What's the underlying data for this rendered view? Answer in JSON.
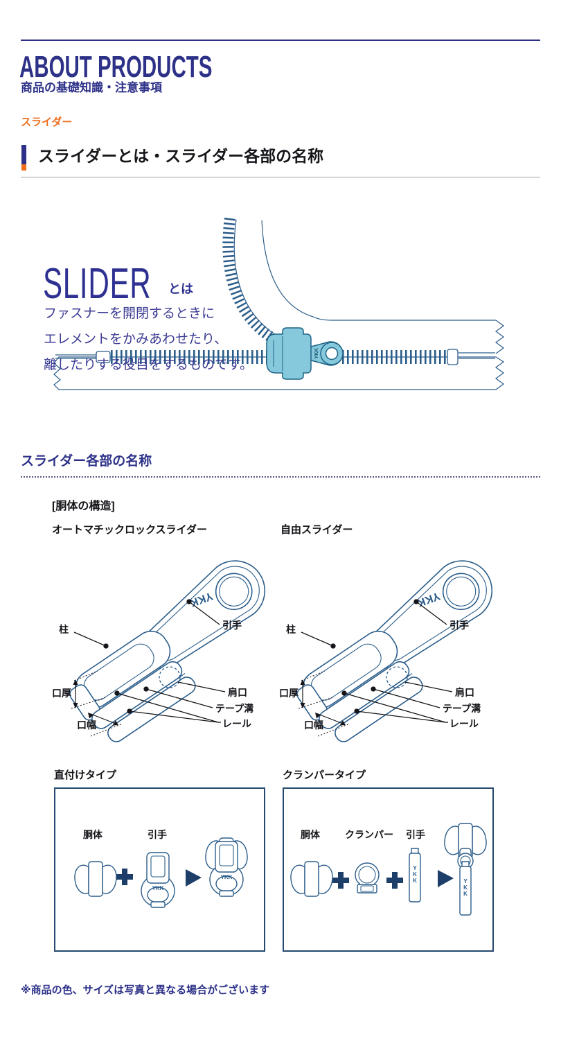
{
  "colors": {
    "navy": "#2d3188",
    "orange": "#f06e1e",
    "ink": "#15151a",
    "art_line": "#2b5d8a",
    "slider_fill": "#87c9dc",
    "slider_stroke": "#1d6386",
    "accent_dark": "#1d3e68"
  },
  "header": {
    "title": "ABOUT PRODUCTS",
    "subtitle": "商品の基礎知識・注意事項",
    "category_label": "スライダー",
    "section_title": "スライダーとは・スライダー各部の名称"
  },
  "intro": {
    "wordmark": "SLIDER",
    "wordmark_suffix": "とは",
    "description_lines": [
      "ファスナーを開閉するときに",
      "エレメントをかみあわせたり、",
      "離したりする役目をするものです。"
    ]
  },
  "art": {
    "logo": "YKK",
    "logo_letters": [
      "Y",
      "K",
      "K"
    ]
  },
  "parts_section": {
    "heading": "スライダー各部の名称",
    "structure_label": "[胴体の構造]",
    "diagrams": [
      {
        "title": "オートマチックロックスライダー",
        "labels": {
          "pillar": "柱",
          "pull_tab": "引手",
          "mouth_thickness": "口厚",
          "mouth_width": "口幅",
          "shoulder": "肩口",
          "tape_groove": "テープ溝",
          "rail": "レール"
        }
      },
      {
        "title": "自由スライダー",
        "labels": {
          "pillar": "柱",
          "pull_tab": "引手",
          "mouth_thickness": "口厚",
          "mouth_width": "口幅",
          "shoulder": "肩口",
          "tape_groove": "テープ溝",
          "rail": "レール"
        }
      }
    ]
  },
  "type_section": {
    "boxes": [
      {
        "title": "直付けタイプ",
        "part_labels": [
          "胴体",
          "引手"
        ]
      },
      {
        "title": "クランパータイプ",
        "part_labels": [
          "胴体",
          "クランパー",
          "引手"
        ]
      }
    ]
  },
  "footer": {
    "note": "※商品の色、サイズは写真と異なる場合がございます"
  }
}
